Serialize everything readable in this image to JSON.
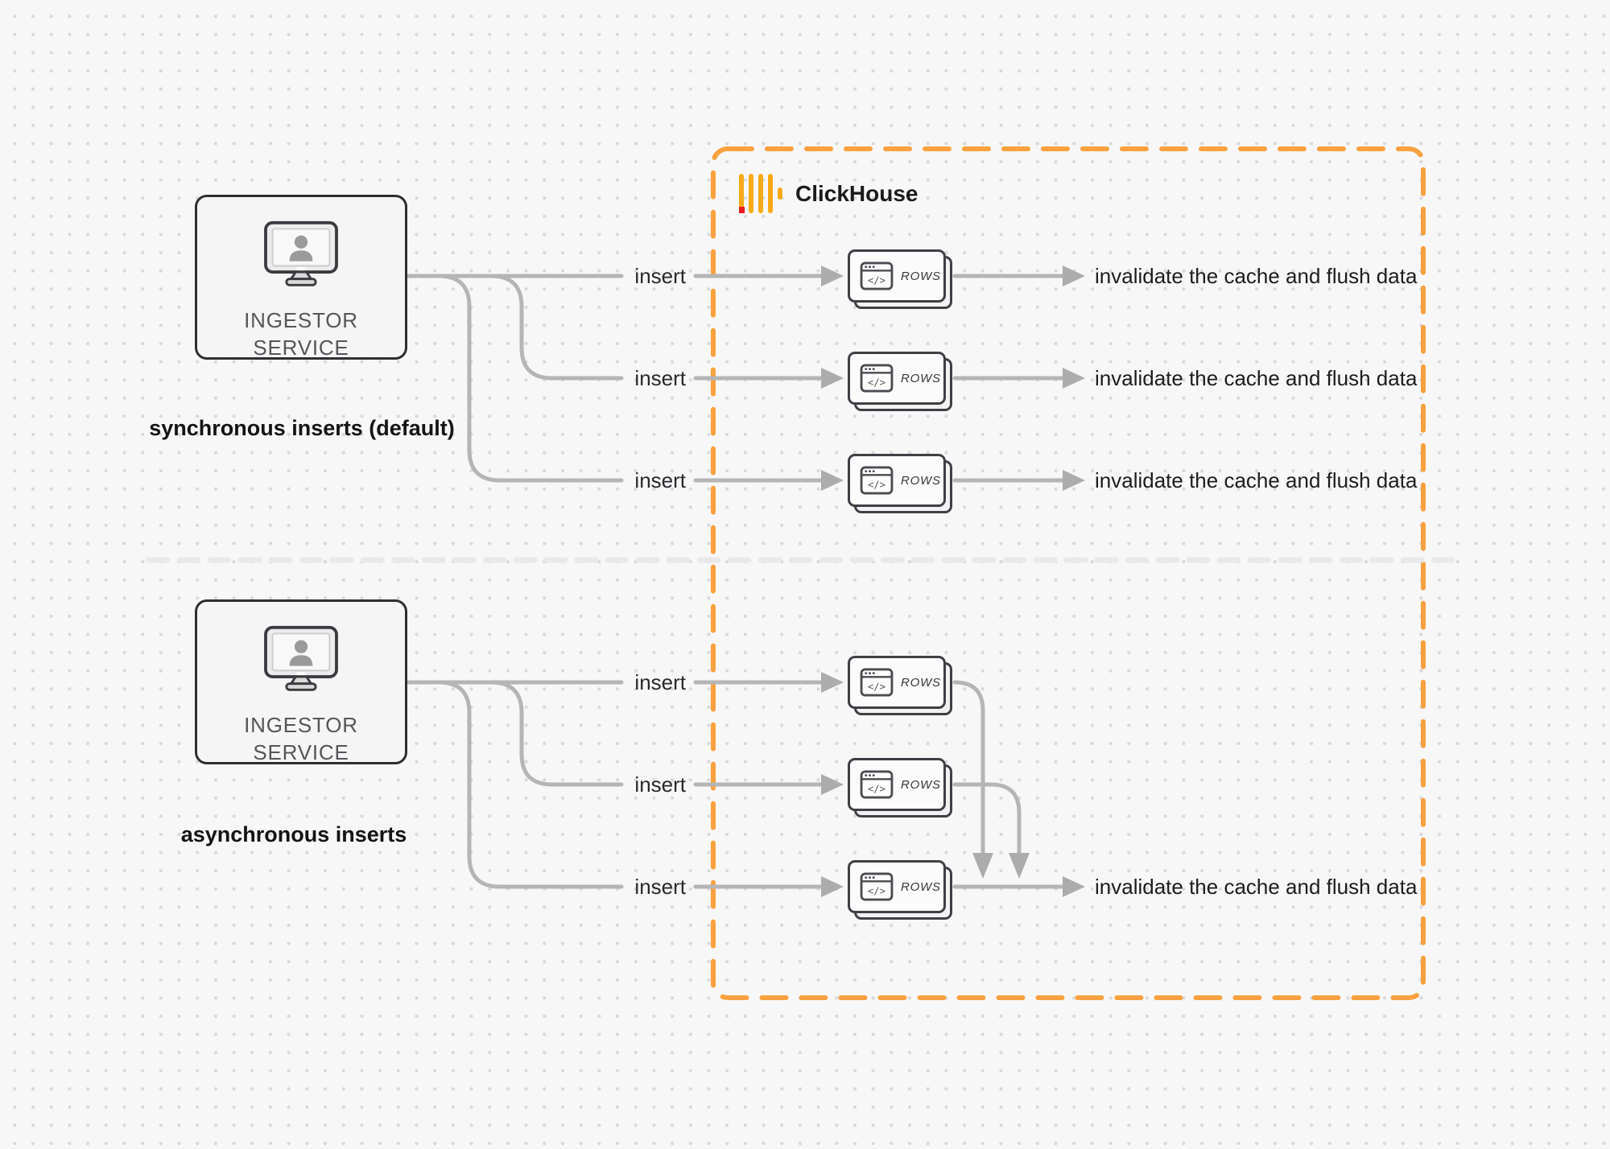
{
  "clickhouse": {
    "brand": "ClickHouse"
  },
  "sync": {
    "ingestor_label": "INGESTOR SERVICE",
    "caption": "synchronous inserts (default)",
    "flows": [
      {
        "insert_label": "insert",
        "card_label": "ROWS",
        "outcome_label": "invalidate the cache and flush data"
      },
      {
        "insert_label": "insert",
        "card_label": "ROWS",
        "outcome_label": "invalidate the cache and flush data"
      },
      {
        "insert_label": "insert",
        "card_label": "ROWS",
        "outcome_label": "invalidate the cache and flush data"
      }
    ]
  },
  "async": {
    "ingestor_label": "INGESTOR SERVICE",
    "caption": "asynchronous inserts",
    "flows": [
      {
        "insert_label": "insert",
        "card_label": "ROWS"
      },
      {
        "insert_label": "insert",
        "card_label": "ROWS"
      },
      {
        "insert_label": "insert",
        "card_label": "ROWS"
      }
    ],
    "outcome_label": "invalidate the cache and flush data"
  },
  "icons": {
    "ingestor": "monitor-user-icon",
    "card": "code-window-icon"
  },
  "colors": {
    "accent_orange": "#F8A13E",
    "logo_yellow": "#F9AA16",
    "logo_red": "#ED1B24",
    "connector_gray": "#B5B5B5",
    "divider_gray": "#E9E9E9",
    "box_border": "#2E2E33"
  }
}
